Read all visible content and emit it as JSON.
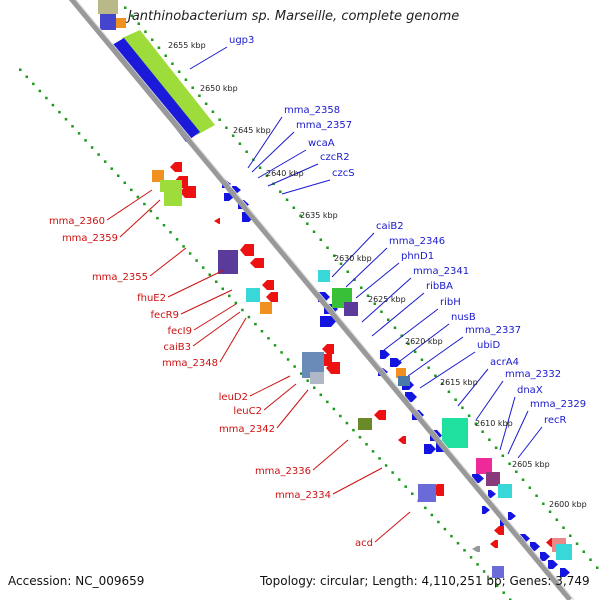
{
  "title": "Janthinobacterium sp. Marseille, complete genome",
  "accession": "Accession: NC_009659",
  "summary": "Topology: circular; Length: 4,110,251 bp; Genes: 3,749",
  "colors": {
    "backbone": "#999999",
    "ticks": "#1a9a1a",
    "forward_label": "#1a1acc",
    "reverse_label": "#cc1111"
  },
  "kbp_ticks": [
    "2655 kbp",
    "2650 kbp",
    "2645 kbp",
    "2640 kbp",
    "2635 kbp",
    "2630 kbp",
    "2625 kbp",
    "2620 kbp",
    "2615 kbp",
    "2610 kbp",
    "2605 kbp",
    "2600 kbp"
  ],
  "forward_genes": [
    "ugp3",
    "mma_2358",
    "mma_2357",
    "wcaA",
    "czcR2",
    "czcS",
    "caiB2",
    "mma_2346",
    "phnD1",
    "mma_2341",
    "ribBA",
    "ribH",
    "nusB",
    "mma_2337",
    "ubiD",
    "acrA4",
    "mma_2332",
    "dnaX",
    "mma_2329",
    "recR"
  ],
  "reverse_genes": [
    "mma_2360",
    "mma_2359",
    "mma_2355",
    "fhuE2",
    "fecR9",
    "fecI9",
    "caiB3",
    "mma_2348",
    "leuD2",
    "leuC2",
    "mma_2342",
    "mma_2336",
    "mma_2334",
    "acd"
  ]
}
